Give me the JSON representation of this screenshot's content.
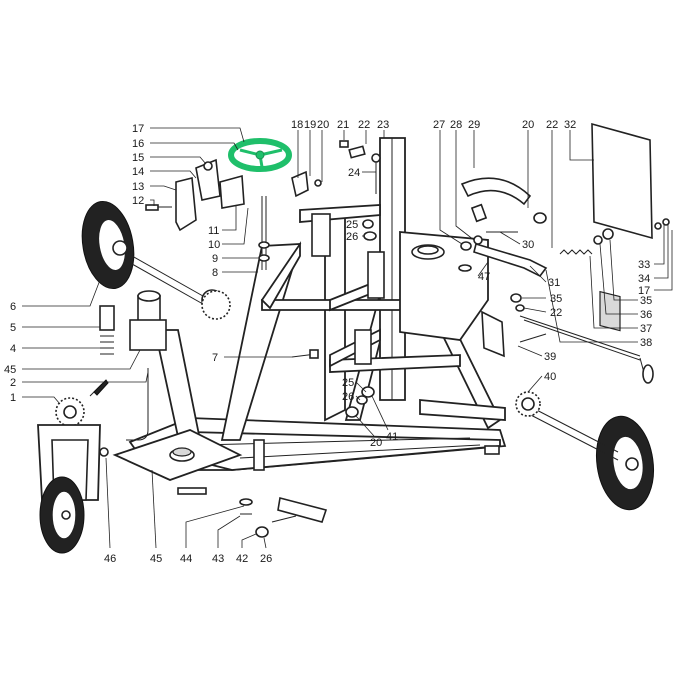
{
  "highlight_color": "#1fbf6a",
  "line_color": "#222222",
  "highlighted_part": "17",
  "callouts": [
    {
      "id": "c17a",
      "label": "17"
    },
    {
      "id": "c16",
      "label": "16"
    },
    {
      "id": "c15",
      "label": "15"
    },
    {
      "id": "c14",
      "label": "14"
    },
    {
      "id": "c13",
      "label": "13"
    },
    {
      "id": "c12",
      "label": "12"
    },
    {
      "id": "c11",
      "label": "11"
    },
    {
      "id": "c10",
      "label": "10"
    },
    {
      "id": "c9",
      "label": "9"
    },
    {
      "id": "c8",
      "label": "8"
    },
    {
      "id": "c18",
      "label": "18"
    },
    {
      "id": "c19",
      "label": "19"
    },
    {
      "id": "c20a",
      "label": "20"
    },
    {
      "id": "c21",
      "label": "21"
    },
    {
      "id": "c22a",
      "label": "22"
    },
    {
      "id": "c23",
      "label": "23"
    },
    {
      "id": "c24",
      "label": "24"
    },
    {
      "id": "c25a",
      "label": "25"
    },
    {
      "id": "c26a",
      "label": "26"
    },
    {
      "id": "c27",
      "label": "27"
    },
    {
      "id": "c28",
      "label": "28"
    },
    {
      "id": "c29",
      "label": "29"
    },
    {
      "id": "c20b",
      "label": "20"
    },
    {
      "id": "c22b",
      "label": "22"
    },
    {
      "id": "c32",
      "label": "32"
    },
    {
      "id": "c30",
      "label": "30"
    },
    {
      "id": "c31",
      "label": "31"
    },
    {
      "id": "c47",
      "label": "47"
    },
    {
      "id": "c35a",
      "label": "35"
    },
    {
      "id": "c22c",
      "label": "22"
    },
    {
      "id": "c33",
      "label": "33"
    },
    {
      "id": "c34",
      "label": "34"
    },
    {
      "id": "c17b",
      "label": "17"
    },
    {
      "id": "c35b",
      "label": "35"
    },
    {
      "id": "c36",
      "label": "36"
    },
    {
      "id": "c37",
      "label": "37"
    },
    {
      "id": "c38",
      "label": "38"
    },
    {
      "id": "c39",
      "label": "39"
    },
    {
      "id": "c40",
      "label": "40"
    },
    {
      "id": "c6",
      "label": "6"
    },
    {
      "id": "c5",
      "label": "5"
    },
    {
      "id": "c4",
      "label": "4"
    },
    {
      "id": "c45a",
      "label": "45"
    },
    {
      "id": "c2",
      "label": "2"
    },
    {
      "id": "c1",
      "label": "1"
    },
    {
      "id": "c7",
      "label": "7"
    },
    {
      "id": "c25b",
      "label": "25"
    },
    {
      "id": "c26b",
      "label": "26"
    },
    {
      "id": "c20c",
      "label": "20"
    },
    {
      "id": "c41",
      "label": "41"
    },
    {
      "id": "c46",
      "label": "46"
    },
    {
      "id": "c45b",
      "label": "45"
    },
    {
      "id": "c44",
      "label": "44"
    },
    {
      "id": "c43",
      "label": "43"
    },
    {
      "id": "c42",
      "label": "42"
    },
    {
      "id": "c26c",
      "label": "26"
    }
  ]
}
